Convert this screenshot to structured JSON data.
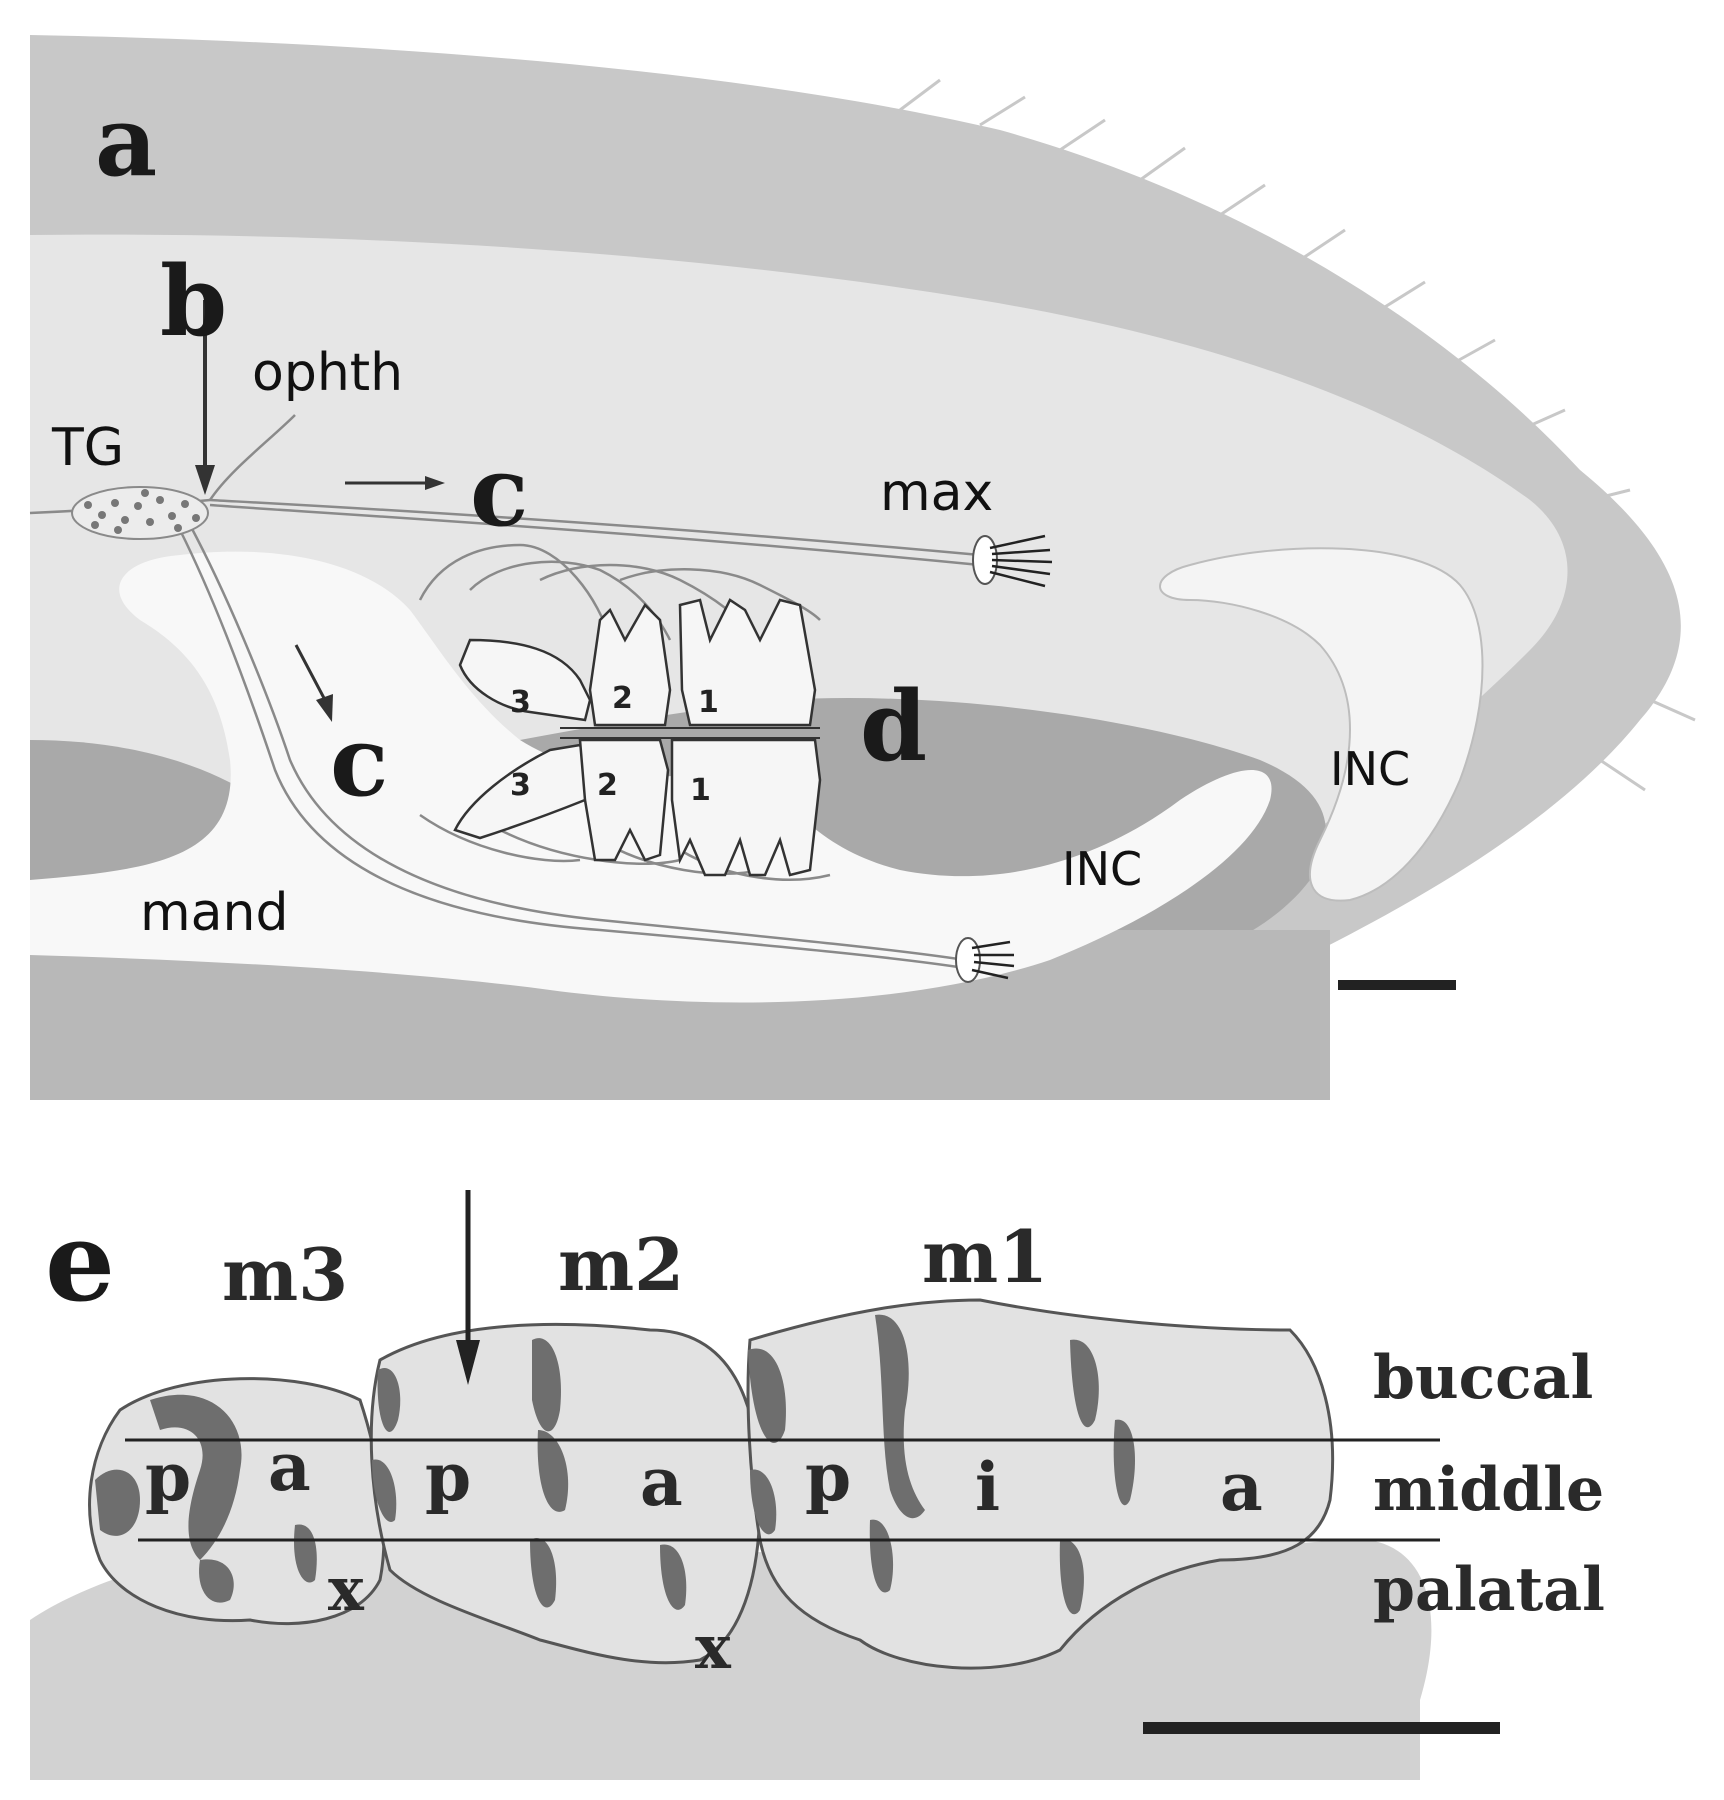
{
  "colors": {
    "background": "#ffffff",
    "skin": "#c8c8c8",
    "tissue": "#e6e6e6",
    "bone_dark": "#a9a9a9",
    "bone_light": "#f8f8f8",
    "nerve": "#8a8a8a",
    "cusp_dark": "#6e6e6e",
    "tooth_fill": "#dcdcdc",
    "line": "#222222"
  },
  "panel_a": {
    "panel_letter": "a",
    "labels": {
      "tg": "TG",
      "ophth": "ophth",
      "max": "max",
      "mand": "mand",
      "inc_upper": "INC",
      "inc_lower": "INC"
    },
    "section_markers": {
      "b": "b",
      "c_upper": "c",
      "c_lower": "c",
      "d": "d"
    },
    "upper_molar_numbers": [
      "3",
      "2",
      "1"
    ],
    "lower_molar_numbers": [
      "3",
      "2",
      "1"
    ]
  },
  "panel_e": {
    "panel_letter": "e",
    "molars": [
      "m3",
      "m2",
      "m1"
    ],
    "row_labels": [
      "buccal",
      "middle",
      "palatal"
    ],
    "cusp_letters": [
      "p",
      "a",
      "p",
      "a",
      "p",
      "i",
      "a"
    ],
    "extra_marks": [
      "x",
      "x"
    ]
  }
}
